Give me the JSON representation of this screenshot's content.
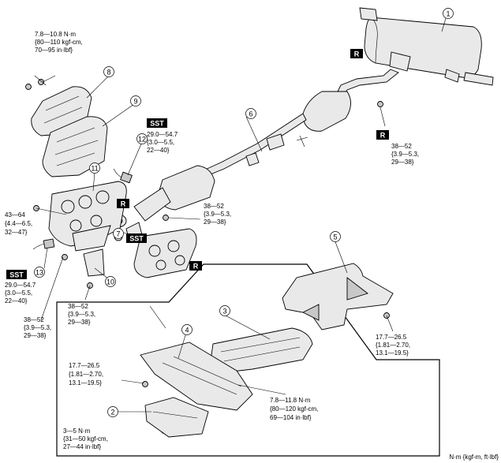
{
  "torques": {
    "t1": [
      "7.8—10.8 N·m",
      "{80—110 kgf-cm,",
      "70—95 in·lbf}"
    ],
    "t2": [
      "29.0—54.7",
      "{3.0—5.5,",
      "22—40}"
    ],
    "t3": [
      "38—52",
      "{3.9—5.3,",
      "29—38}"
    ],
    "t4": [
      "43—64",
      "{4.4—6.5,",
      "32—47}"
    ],
    "t5": [
      "38—52",
      "{3.9—5.3,",
      "29—38}"
    ],
    "t6": [
      "29.0—54.7",
      "{3.0—5.5,",
      "22—40}"
    ],
    "t7": [
      "38—52",
      "{3.9—5.3,",
      "29—38}"
    ],
    "t8": [
      "38—52",
      "{3.9—5.3,",
      "29—38}"
    ],
    "t9": [
      "17.7—26.5",
      "{1.81—2.70,",
      "13.1—19.5}"
    ],
    "t10": [
      "17.7—26.5",
      "{1.81—2.70,",
      "13.1—19.5}"
    ],
    "t11": [
      "7.8—11.8 N·m",
      "{80—120 kgf-cm,",
      "69—104 in·lbf}"
    ],
    "t12": [
      "3—5 N·m",
      "{31—50 kgf-cm,",
      "27—44 in·lbf}"
    ]
  },
  "parts": [
    "1",
    "2",
    "3",
    "4",
    "5",
    "6",
    "7",
    "8",
    "9",
    "10",
    "11",
    "12",
    "13"
  ],
  "badges": {
    "sst": "SST",
    "replace": "R"
  },
  "units_note": "N·m {kgf-m, ft·lbf}"
}
